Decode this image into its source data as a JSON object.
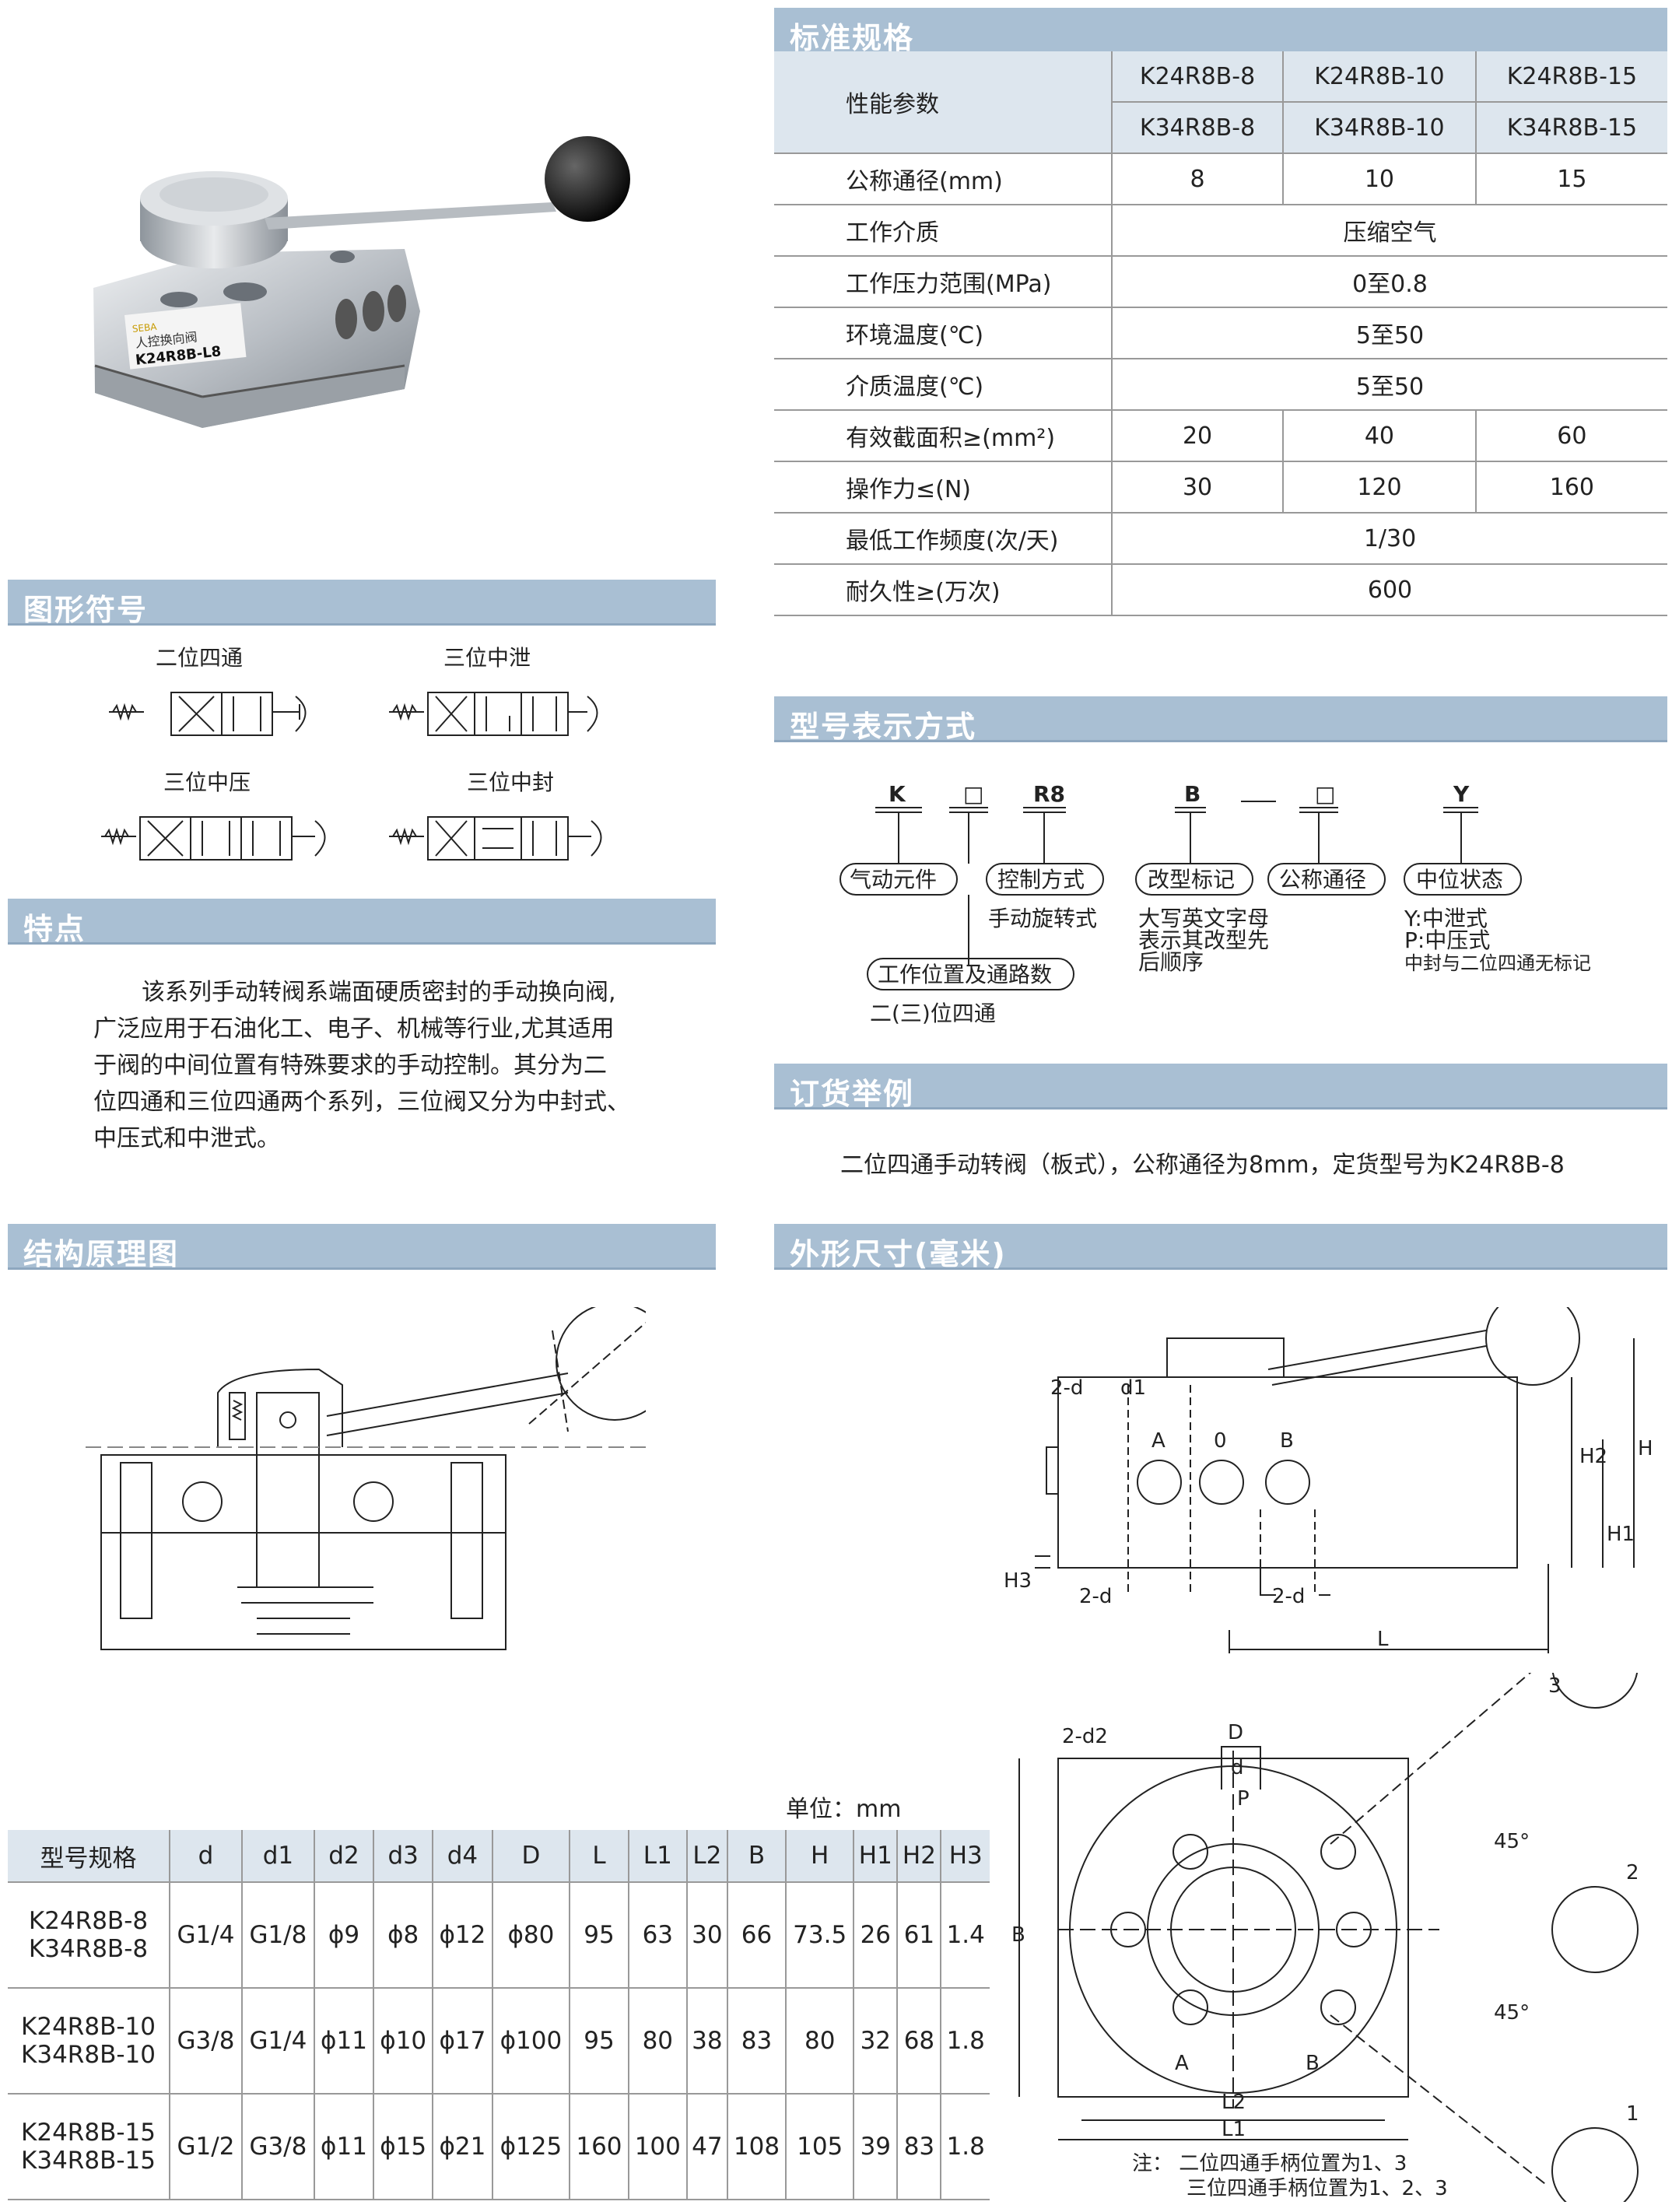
{
  "sections": {
    "spec": "标准规格",
    "symbols": "图形符号",
    "features": "特点",
    "structure": "结构原理图",
    "model": "型号表示方式",
    "order": "订货举例",
    "dimensions": "外形尺寸(毫米)"
  },
  "product": {
    "label_brand": "SEBA",
    "label_name": "人控换向阀",
    "label_model": "K24R8B-L8"
  },
  "spec_table": {
    "param_header": "性能参数",
    "models_row1": [
      "K24R8B-8",
      "K24R8B-10",
      "K24R8B-15"
    ],
    "models_row2": [
      "K34R8B-8",
      "K34R8B-10",
      "K34R8B-15"
    ],
    "rows": [
      {
        "name": "公称通径(mm)",
        "values": [
          "8",
          "10",
          "15"
        ]
      },
      {
        "name": "工作介质",
        "merged": "压缩空气"
      },
      {
        "name": "工作压力范围(MPa)",
        "merged": "0至0.8"
      },
      {
        "name": "环境温度(℃)",
        "merged": "5至50"
      },
      {
        "name": "介质温度(℃)",
        "merged": "5至50"
      },
      {
        "name": "有效截面积≥(mm²)",
        "values": [
          "20",
          "40",
          "60"
        ]
      },
      {
        "name": "操作力≤(N)",
        "values": [
          "30",
          "120",
          "160"
        ]
      },
      {
        "name": "最低工作频度(次/天)",
        "merged": "1/30"
      },
      {
        "name": "耐久性≥(万次)",
        "merged": "600"
      }
    ]
  },
  "symbols": {
    "s1": "二位四通",
    "s2": "三位中泄",
    "s3": "三位中压",
    "s4": "三位中封"
  },
  "features_text": [
    "该系列手动转阀系端面硬质密封的手动换向阀,",
    "广泛应用于石油化工、电子、机械等行业,尤其适用",
    "于阀的中间位置有特殊要求的手动控制。其分为二",
    "位四通和三位四通两个系列，三位阀又分为中封式、",
    "中压式和中泄式。"
  ],
  "model_code": {
    "k": "K",
    "box": "□",
    "r8": "R8",
    "b": "B",
    "y": "Y",
    "lab_k": "气动元件",
    "lab_ctrl": "控制方式",
    "ctrl_note": "手动旋转式",
    "lab_mod": "改型标记",
    "mod_note": [
      "大写英文字母",
      "表示其改型先",
      "后顺序"
    ],
    "lab_dn": "公称通径",
    "lab_mid": "中位状态",
    "mid_note": [
      "Y:中泄式",
      "P:中压式",
      "中封与二位四通无标记"
    ],
    "lab_pos": "工作位置及通路数",
    "pos_note": "二(三)位四通"
  },
  "order_text": "二位四通手动转阀（板式），公称通径为8mm，定货型号为K24R8B-8",
  "dim_unit": "单位：mm",
  "dim_table": {
    "headers": [
      "型号规格",
      "d",
      "d1",
      "d2",
      "d3",
      "d4",
      "D",
      "L",
      "L1",
      "L2",
      "B",
      "H",
      "H1",
      "H2",
      "H3"
    ],
    "rows": [
      {
        "model": [
          "K24R8B-8",
          "K34R8B-8"
        ],
        "values": [
          "G1/4",
          "G1/8",
          "ϕ9",
          "ϕ8",
          "ϕ12",
          "ϕ80",
          "95",
          "63",
          "30",
          "66",
          "73.5",
          "26",
          "61",
          "1.4"
        ]
      },
      {
        "model": [
          "K24R8B-10",
          "K34R8B-10"
        ],
        "values": [
          "G3/8",
          "G1/4",
          "ϕ11",
          "ϕ10",
          "ϕ17",
          "ϕ100",
          "95",
          "80",
          "38",
          "83",
          "80",
          "32",
          "68",
          "1.8"
        ]
      },
      {
        "model": [
          "K24R8B-15",
          "K34R8B-15"
        ],
        "values": [
          "G1/2",
          "G3/8",
          "ϕ11",
          "ϕ15",
          "ϕ21",
          "ϕ125",
          "160",
          "100",
          "47",
          "108",
          "105",
          "39",
          "83",
          "1.8"
        ]
      }
    ]
  },
  "drawing_labels": {
    "two_d": "2-d",
    "d1": "d1",
    "A": "A",
    "zero": "0",
    "B": "B",
    "H": "H",
    "H1": "H1",
    "H2": "H2",
    "H3": "H3",
    "L": "L",
    "D": "D",
    "d": "d",
    "P": "P",
    "two_d2": "2-d2",
    "Bdim": "B",
    "L1": "L1",
    "L2": "L2",
    "deg45": "45°",
    "p1": "1",
    "p2": "2",
    "p3": "3"
  },
  "note": [
    "注：  二位四通手柄位置为1、3",
    "三位四通手柄位置为1、2、3"
  ]
}
